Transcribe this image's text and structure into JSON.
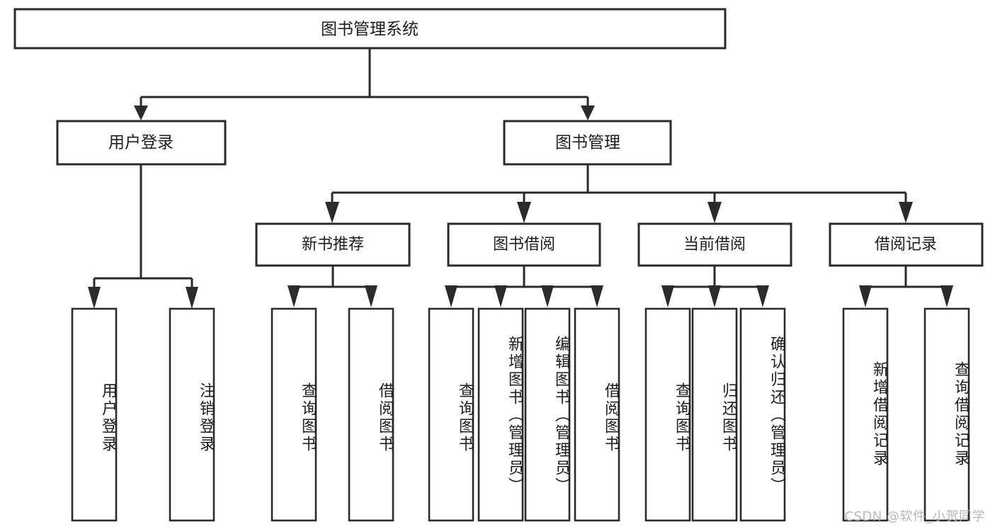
{
  "diagram": {
    "title": "图书管理系统",
    "type": "tree",
    "watermark": "CSDN @软件_小贺同学",
    "colors": {
      "stroke": "#2b2b2b",
      "fill": "#ffffff",
      "text": "#1d1d1d",
      "watermark": "#b9b9b9",
      "background": "#ffffff"
    },
    "root": {
      "label": "图书管理系统"
    },
    "level2": [
      {
        "label": "用户登录"
      },
      {
        "label": "图书管理"
      }
    ],
    "level3": [
      {
        "label": "新书推荐"
      },
      {
        "label": "图书借阅"
      },
      {
        "label": "当前借阅"
      },
      {
        "label": "借阅记录"
      }
    ],
    "leaves": {
      "user_login": [
        {
          "label": "用户登录"
        },
        {
          "label": "注销登录"
        }
      ],
      "new_book_recommend": [
        {
          "label": "查询图书"
        },
        {
          "label": "借阅图书"
        }
      ],
      "book_borrow": [
        {
          "label": "查询图书"
        },
        {
          "label": "新增图书（管理员）"
        },
        {
          "label": "编辑图书（管理员）"
        },
        {
          "label": "借阅图书"
        }
      ],
      "current_borrow": [
        {
          "label": "查询图书"
        },
        {
          "label": "归还图书"
        },
        {
          "label": "确认归还（管理员）"
        }
      ],
      "borrow_record": [
        {
          "label": "新增借阅记录"
        },
        {
          "label": "查询借阅记录"
        }
      ]
    }
  }
}
